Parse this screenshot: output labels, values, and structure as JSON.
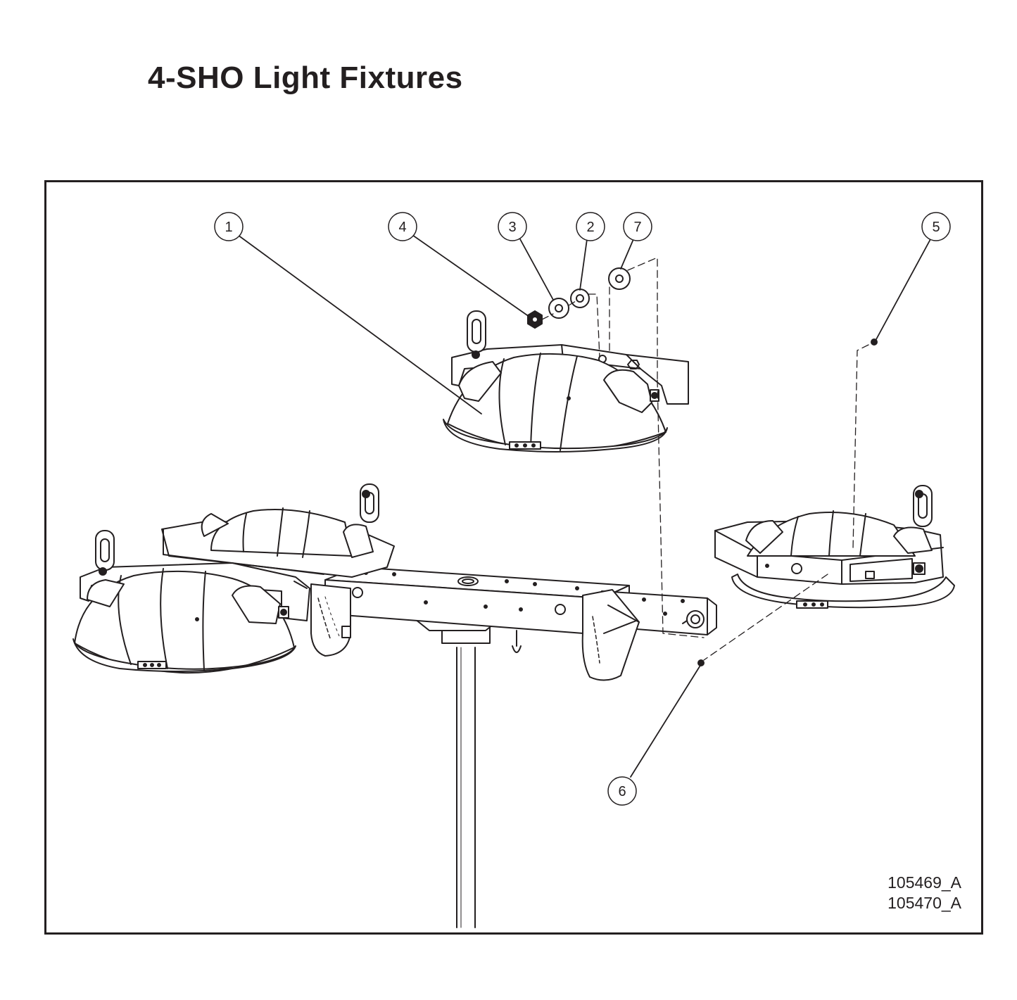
{
  "title": "4-SHO Light Fixtures",
  "callouts": [
    "1",
    "4",
    "3",
    "2",
    "7",
    "5",
    "6"
  ],
  "drawing_numbers": [
    "105469_A",
    "105470_A"
  ]
}
